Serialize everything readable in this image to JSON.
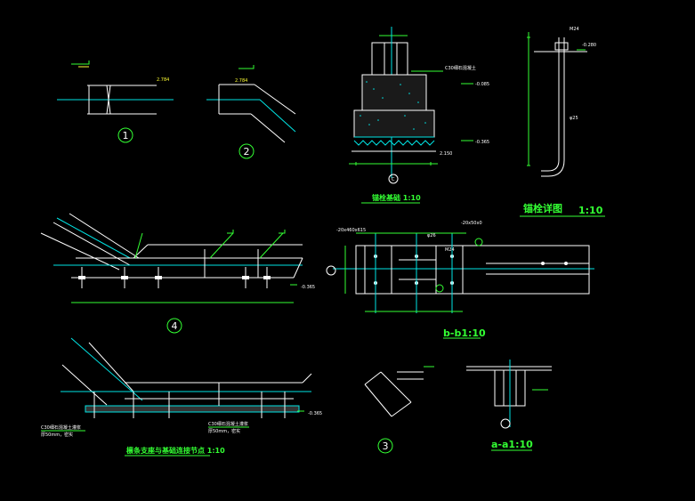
{
  "detail_markers": {
    "d1": "1",
    "d2": "2",
    "d3": "3",
    "d4": "4"
  },
  "section_markers": {
    "c": "C"
  },
  "titles": {
    "anchor_section": "锚栓基础  1:10",
    "anchor_detail": "锚栓详图",
    "anchor_detail_scale": "1:10",
    "section_bb": "b-b1:10",
    "section_aa": "a-a1:10",
    "support_detail": "檩条支座与基础连接节点 1:10"
  },
  "annotations": {
    "d1_elev": "2.784",
    "d2_elev": "2.784",
    "m24": "M24",
    "elev_top": "-0.280",
    "phi25": "φ25",
    "elev_a": "-0.085",
    "elev_b": "-0.365",
    "concrete_note": "C30细石混凝土",
    "dim_500": "2.150",
    "plate_1": "-20x460x615",
    "plate_2": "-20x50x0",
    "hole": "φ26",
    "bolt": "M24",
    "elev_d4": "-0.365",
    "grout_1": "C30细石混凝土灌浆",
    "grout_2": "C30细石混凝土灌浆",
    "grout_sub1": "厚50mm，密实",
    "grout_sub2": "厚50mm，密实",
    "elev_lower": "-0.365"
  }
}
